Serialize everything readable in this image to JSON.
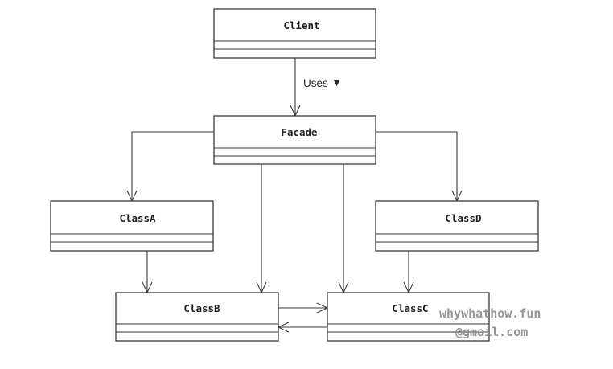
{
  "classes": {
    "client": {
      "name": "Client"
    },
    "facade": {
      "name": "Facade"
    },
    "class_a": {
      "name": "ClassA"
    },
    "class_b": {
      "name": "ClassB"
    },
    "class_c": {
      "name": "ClassC"
    },
    "class_d": {
      "name": "ClassD"
    }
  },
  "association": {
    "label": "Uses",
    "direction_marker": "▼"
  },
  "watermark": {
    "line1": "whywhathow.fun",
    "line2": "@gmail.com"
  }
}
